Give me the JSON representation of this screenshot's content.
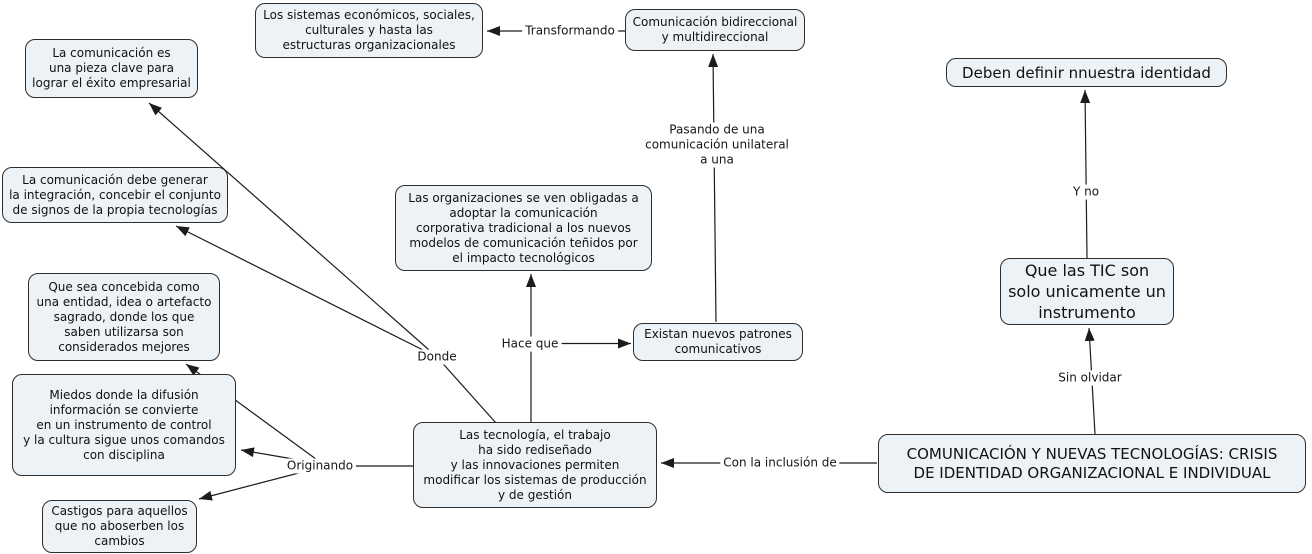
{
  "colors": {
    "background": "#ffffff",
    "node_fill": "#edf2f6",
    "node_border": "#2e2e2e",
    "line": "#1c1c1c",
    "text": "#111111"
  },
  "nodes": [
    {
      "id": "sistemas",
      "text": "Los sistemas económicos, sociales,\nculturales y hasta las\nestructuras organizacionales"
    },
    {
      "id": "bidireccional",
      "text": "Comunicación bidireccional\ny multidireccional"
    },
    {
      "id": "pieza-clave",
      "text": "La comunicación es\nuna pieza clave para\nlograr el éxito empresarial"
    },
    {
      "id": "deben-definir",
      "text": "Deben definir nnuestra identidad"
    },
    {
      "id": "integracion",
      "text": "La comunicación debe generar\nla integración, concebir el conjunto\nde signos de la propia tecnologías"
    },
    {
      "id": "organizaciones",
      "text": "Las organizaciones se ven obligadas a\nadoptar la comunicación\ncorporativa tradicional a los nuevos\nmodelos de comunicación teñidos por\nel impacto tecnológicos"
    },
    {
      "id": "concebida",
      "text": "Que sea concebida como\nuna entidad, idea o artefacto\nsagrado, donde los que\nsaben utilizarsa son\nconsiderados mejores"
    },
    {
      "id": "patrones",
      "text": "Existan nuevos patrones\ncomunicativos"
    },
    {
      "id": "miedos",
      "text": "Miedos donde la difusión\ninformación se convierte\nen un instrumento de control\ny la cultura sigue unos comandos\ncon disciplina"
    },
    {
      "id": "tic",
      "text": "Que las TIC son\nsolo unicamente un\ninstrumento"
    },
    {
      "id": "tecnologia",
      "text": "Las tecnología, el trabajo\nha sido rediseñado\ny las innovaciones permiten\nmodificar los sistemas de producción\ny de gestión"
    },
    {
      "id": "castigos",
      "text": "Castigos para aquellos\nque no aboserben los\ncambios"
    },
    {
      "id": "titulo",
      "text": "COMUNICACIÓN Y NUEVAS TECNOLOGÍAS: CRISIS\nDE IDENTIDAD ORGANIZACIONAL E INDIVIDUAL"
    }
  ],
  "edge_labels": [
    {
      "id": "transformando",
      "text": "Transformando"
    },
    {
      "id": "pasando",
      "text": "Pasando de una\ncomunicación unilateral\na una"
    },
    {
      "id": "y-no",
      "text": "Y no"
    },
    {
      "id": "hace-que",
      "text": "Hace que"
    },
    {
      "id": "donde",
      "text": "Donde"
    },
    {
      "id": "sin-olvidar",
      "text": "Sin olvidar"
    },
    {
      "id": "originando",
      "text": "Originando"
    },
    {
      "id": "con-inclusion",
      "text": "Con la inclusión de"
    }
  ]
}
